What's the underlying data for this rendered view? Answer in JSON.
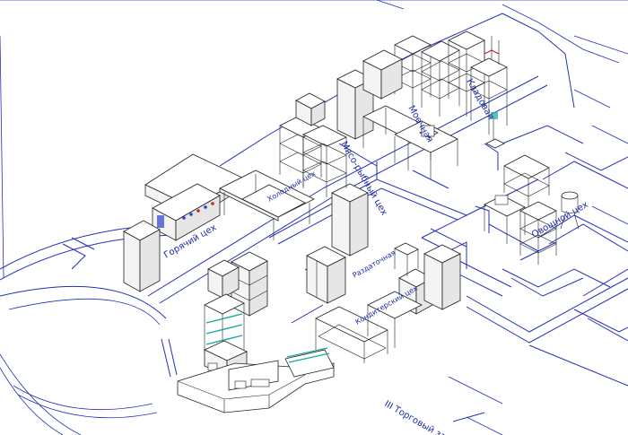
{
  "zones": {
    "hot_shop": "Горячий цех",
    "meat_fish_shop": "Мясо-рыбный цех",
    "dishwashing": "Моечная",
    "pantry": "Кладовая",
    "vegetable_shop": "Овощной цех",
    "sales_hall": "III Торговый зал",
    "bakery_shop": "Кондитерский цех",
    "small_label_1": "Холодный цех",
    "small_label_2": "Раздаточная"
  },
  "colors": {
    "walls": "#2230b8",
    "equipment_outline": "#222222",
    "label": "#1a2aa8",
    "accent_glass": "#1aa89a",
    "accent_red": "#d0202a"
  }
}
